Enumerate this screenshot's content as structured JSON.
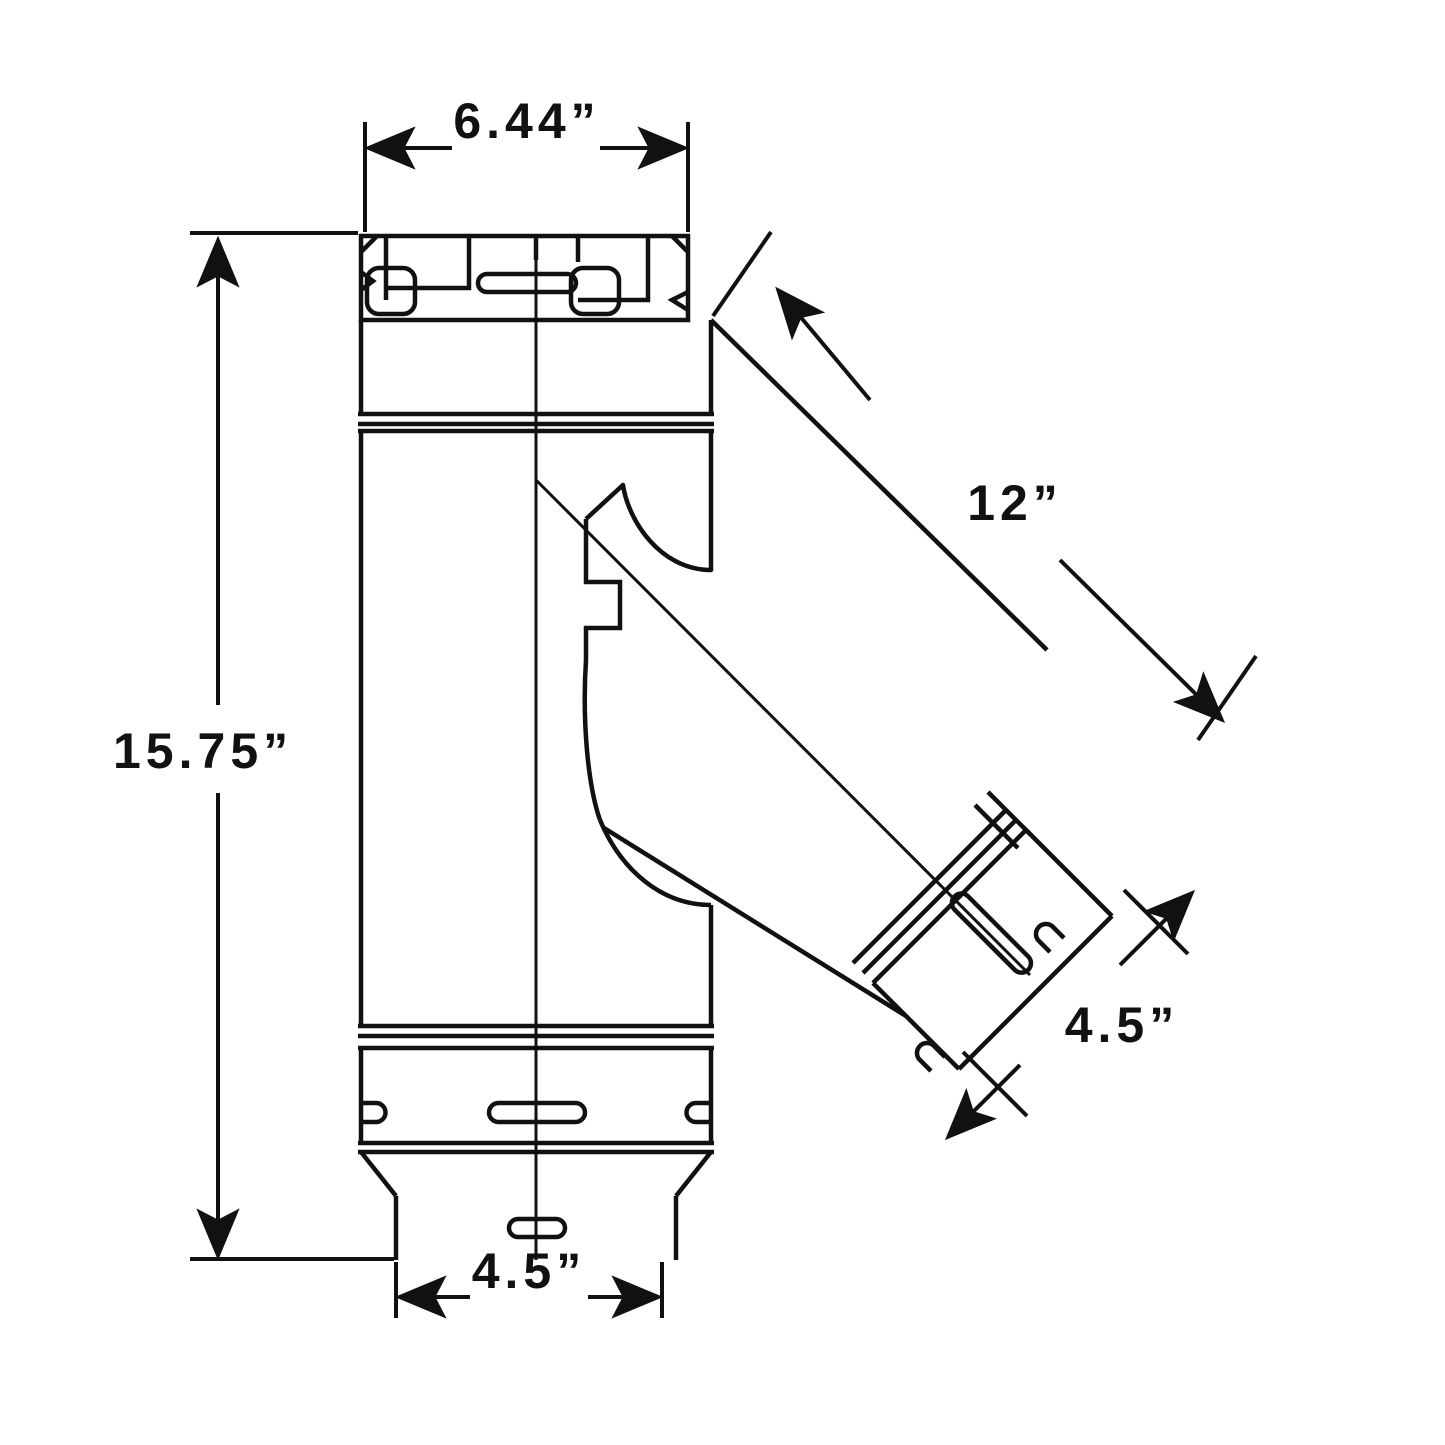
{
  "drawing": {
    "title": "45-Degree Vent Pipe Tee Dimensional Drawing",
    "type": "technical-line-drawing",
    "background_color": "#ffffff",
    "line_color": "#111111",
    "text_color": "#111111"
  },
  "dimensions": {
    "top_width": {
      "label": "6.44”",
      "value": 6.44,
      "unit": "inch",
      "orientation": "horizontal",
      "position": "top",
      "describes": "overall width across top collar including branch intersection"
    },
    "overall_height": {
      "label": "15.75”",
      "value": 15.75,
      "unit": "inch",
      "orientation": "vertical",
      "position": "left",
      "describes": "overall height of main vertical pipe body"
    },
    "branch_length": {
      "label": "12”",
      "value": 12,
      "unit": "inch",
      "orientation": "diagonal-45",
      "position": "upper-right",
      "describes": "length of 45-degree angled branch"
    },
    "branch_diameter": {
      "label": "4.5”",
      "value": 4.5,
      "unit": "inch",
      "orientation": "diagonal-45",
      "position": "lower-right",
      "describes": "diameter of angled branch outlet"
    },
    "bottom_diameter": {
      "label": "4.5”",
      "value": 4.5,
      "unit": "inch",
      "orientation": "horizontal",
      "position": "bottom",
      "describes": "diameter of bottom pipe outlet"
    }
  },
  "parts": {
    "main_body": "vertical-pipe-body",
    "top_collar": "top-locking-collar",
    "bottom_spigot": "bottom-spigot-outlet",
    "branch": "angled-branch-outlet",
    "branch_collar": "branch-locking-collar",
    "centerline": "vertical-centerline"
  }
}
